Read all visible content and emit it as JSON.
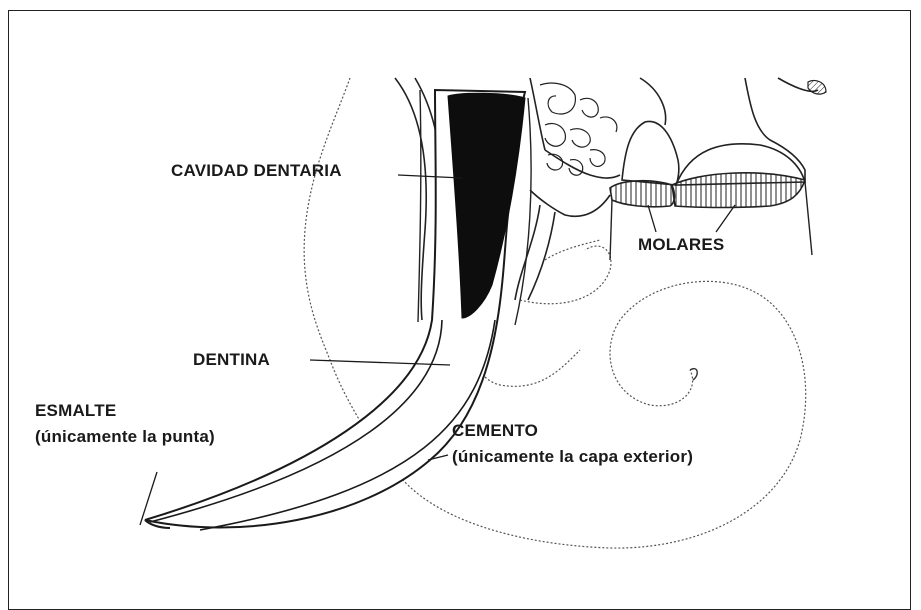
{
  "labels": {
    "cavidad": "CAVIDAD DENTARIA",
    "molares": "MOLARES",
    "dentina": "DENTINA",
    "esmalte_title": "ESMALTE",
    "esmalte_note": "(únicamente la punta)",
    "cemento_title": "CEMENTO",
    "cemento_note": "(únicamente la capa exterior)"
  },
  "colors": {
    "ink": "#1a1a1a",
    "pulp": "#0d0d0d",
    "background": "#ffffff"
  }
}
